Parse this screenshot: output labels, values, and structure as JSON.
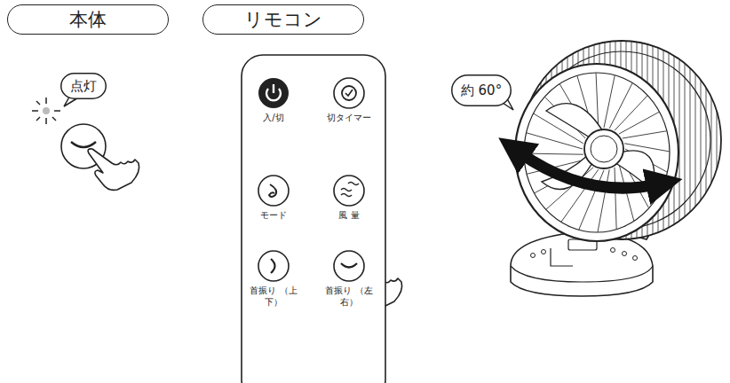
{
  "diagram": {
    "nodes": [
      {
        "text": [
          "本体"
        ]
      },
      {
        "text": [
          "リモコン"
        ]
      },
      {
        "text": [
          "点灯"
        ]
      },
      {
        "text": [
          "約 60°"
        ]
      }
    ],
    "labels": [
      "入/切",
      "切タイマー",
      "モード",
      "風 量",
      "首振り （上下）",
      "首振り （左右）"
    ]
  }
}
